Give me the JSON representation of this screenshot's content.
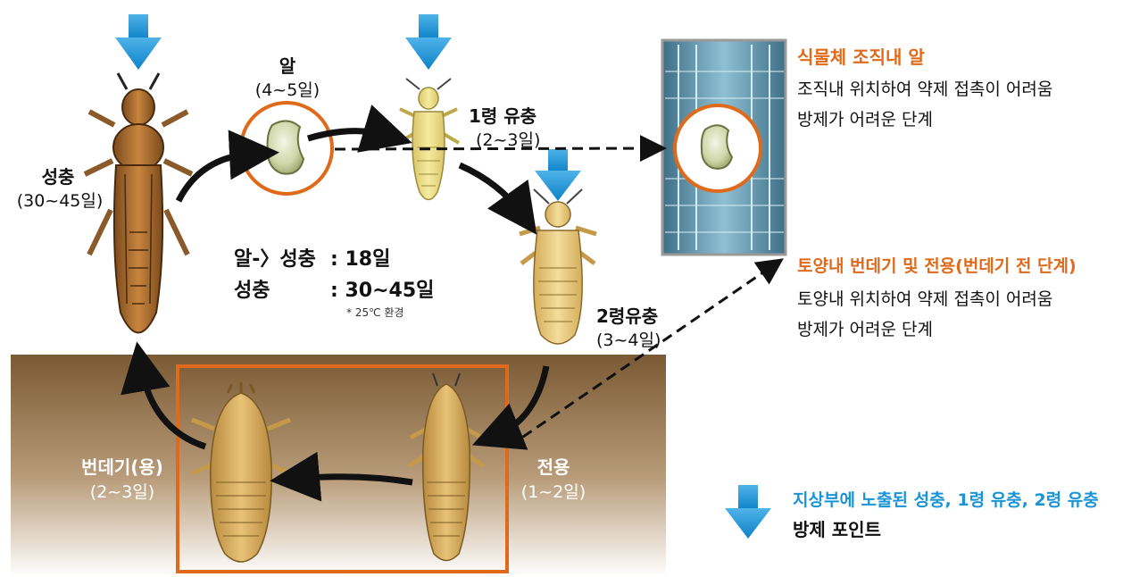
{
  "stages": {
    "egg": {
      "name": "알",
      "duration": "(4~5일)"
    },
    "larva1": {
      "name": "1령 유충",
      "duration": "(2~3일)"
    },
    "larva2": {
      "name": "2령유충",
      "duration": "(3~4일)"
    },
    "prepupa": {
      "name": "전용",
      "duration": "(1~2일)"
    },
    "pupa": {
      "name": "번데기(용)",
      "duration": "(2~3일)"
    },
    "adult": {
      "name": "성충",
      "duration": "(30~45일)"
    }
  },
  "summary": {
    "egg_to_adult_label": "알-〉성충",
    "egg_to_adult_value": ": 18일",
    "adult_label": "성충",
    "adult_value": ":  30~45일",
    "note": "* 25℃ 환경"
  },
  "info": {
    "egg_in_tissue": {
      "title": "식물체 조직내 알",
      "line1": "조직내 위치하여 약제 접촉이 어려움",
      "line2": "방제가 어려운 단계"
    },
    "soil_stage": {
      "title": "토양내 번데기 및 전용(번데기 전 단계)",
      "line1": "토양내 위치하여 약제 접촉이 어려움",
      "line2": "방제가 어려운 단계"
    }
  },
  "legend": {
    "line1": "지상부에 노출된 성충, 1령 유충, 2령 유충",
    "line2": "방제 포인트"
  },
  "colors": {
    "accent_orange": "#e06a1b",
    "control_blue": "#1a94d6",
    "soil_top": "#7a5a34",
    "soil_bottom": "#ffffff"
  },
  "icons": {
    "control_point": "down-arrow-icon",
    "cycle_arrow": "curved-arrow-icon"
  }
}
